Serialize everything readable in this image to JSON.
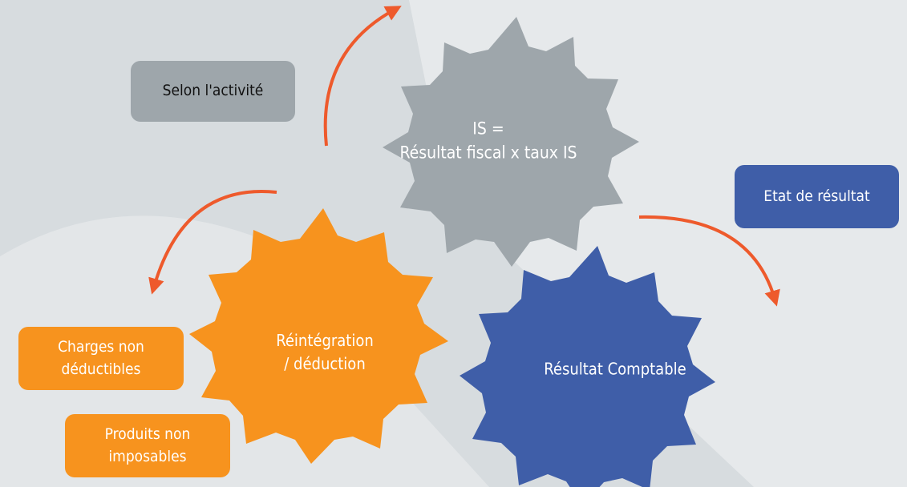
{
  "colors": {
    "background": "#d7dcdf",
    "background_light": "#e6e9eb",
    "gray_gear": "#9ea6ab",
    "orange_gear": "#f7931e",
    "blue_gear": "#3f5ea8",
    "arrow": "#ee5a2c"
  },
  "gears": {
    "is": {
      "label": "IS =\nRésultat fiscal x taux IS"
    },
    "reintegration": {
      "label": "Réintégration\n/ déduction"
    },
    "comptable": {
      "label": "Résultat Comptable"
    }
  },
  "boxes": {
    "activite": "Selon l'activité",
    "etat": "Etat de résultat",
    "charges": "Charges non\ndéductibles",
    "produits": "Produits non\nimposables"
  }
}
